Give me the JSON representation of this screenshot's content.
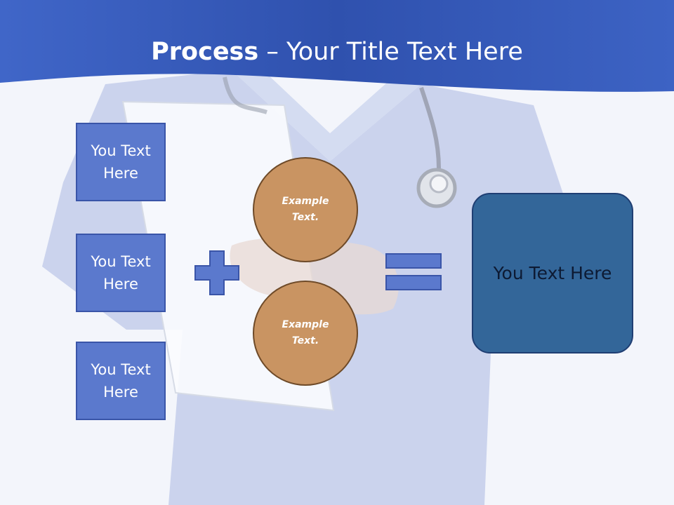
{
  "title": {
    "bold": "Process",
    "rest": " – Your Title Text Here"
  },
  "left_boxes": [
    {
      "label": "You Text Here"
    },
    {
      "label": "You Text Here"
    },
    {
      "label": "You Text Here"
    }
  ],
  "circles": [
    {
      "label": "Example Text."
    },
    {
      "label": "Example Text."
    }
  ],
  "result": {
    "label": "You Text Here"
  },
  "colors": {
    "header": "#3b5fc0",
    "side_box": "#5b79cd",
    "circle": "#c99462",
    "result_box": "#336699"
  },
  "icons": {
    "plus": "plus-icon",
    "equals": "equals-icon"
  }
}
